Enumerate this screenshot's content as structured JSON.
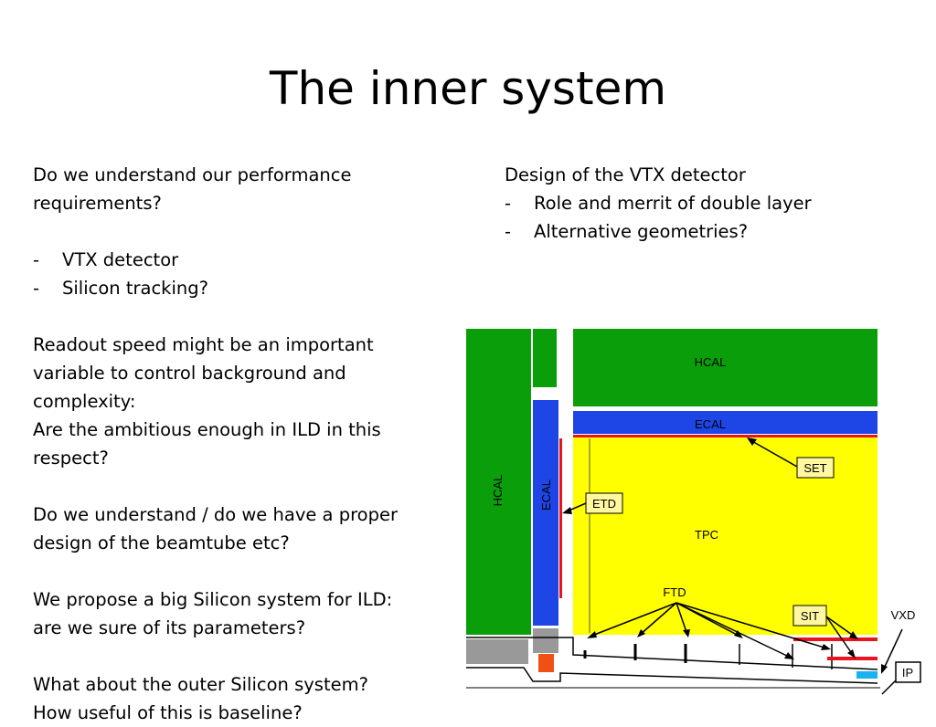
{
  "slide": {
    "title": "The inner system"
  },
  "left_column": {
    "intro_1": "Do we understand our performance",
    "intro_2": "requirements?",
    "bullets": [
      "VTX detector",
      "Silicon tracking?"
    ],
    "para2_1": "Readout speed might be an important",
    "para2_2": "variable to control background and",
    "para2_3": "complexity:",
    "para2_4": "Are the ambitious enough in ILD in this",
    "para2_5": "respect?",
    "para3_1": "Do we understand / do we have a proper",
    "para3_2": "design of the beamtube etc?",
    "para4_1": "We propose a big Silicon system for ILD:",
    "para4_2": "are we sure of its parameters?",
    "para5_1": "What about the outer Silicon system?",
    "para5_2": "How useful of this is baseline?"
  },
  "right_column": {
    "heading": "Design of the VTX detector",
    "bullets": [
      "Role and merrit of double layer",
      "Alternative geometries?"
    ],
    "dash": "-"
  },
  "diagram": {
    "labels": {
      "hcal_top": "HCAL",
      "hcal_side": "HCAL",
      "ecal_top": "ECAL",
      "ecal_side": "ECAL",
      "tpc": "TPC",
      "set": "SET",
      "etd": "ETD",
      "ftd": "FTD",
      "sit": "SIT",
      "vxd": "VXD",
      "ip": "IP"
    },
    "colors": {
      "hcal": "#0a9e0a",
      "ecal": "#1e46e6",
      "tpc": "#ffff00",
      "silicon": "#e8141e",
      "support": "#999999",
      "vxd": "#19b4f0",
      "beampipe_flange": "#f05014"
    }
  }
}
